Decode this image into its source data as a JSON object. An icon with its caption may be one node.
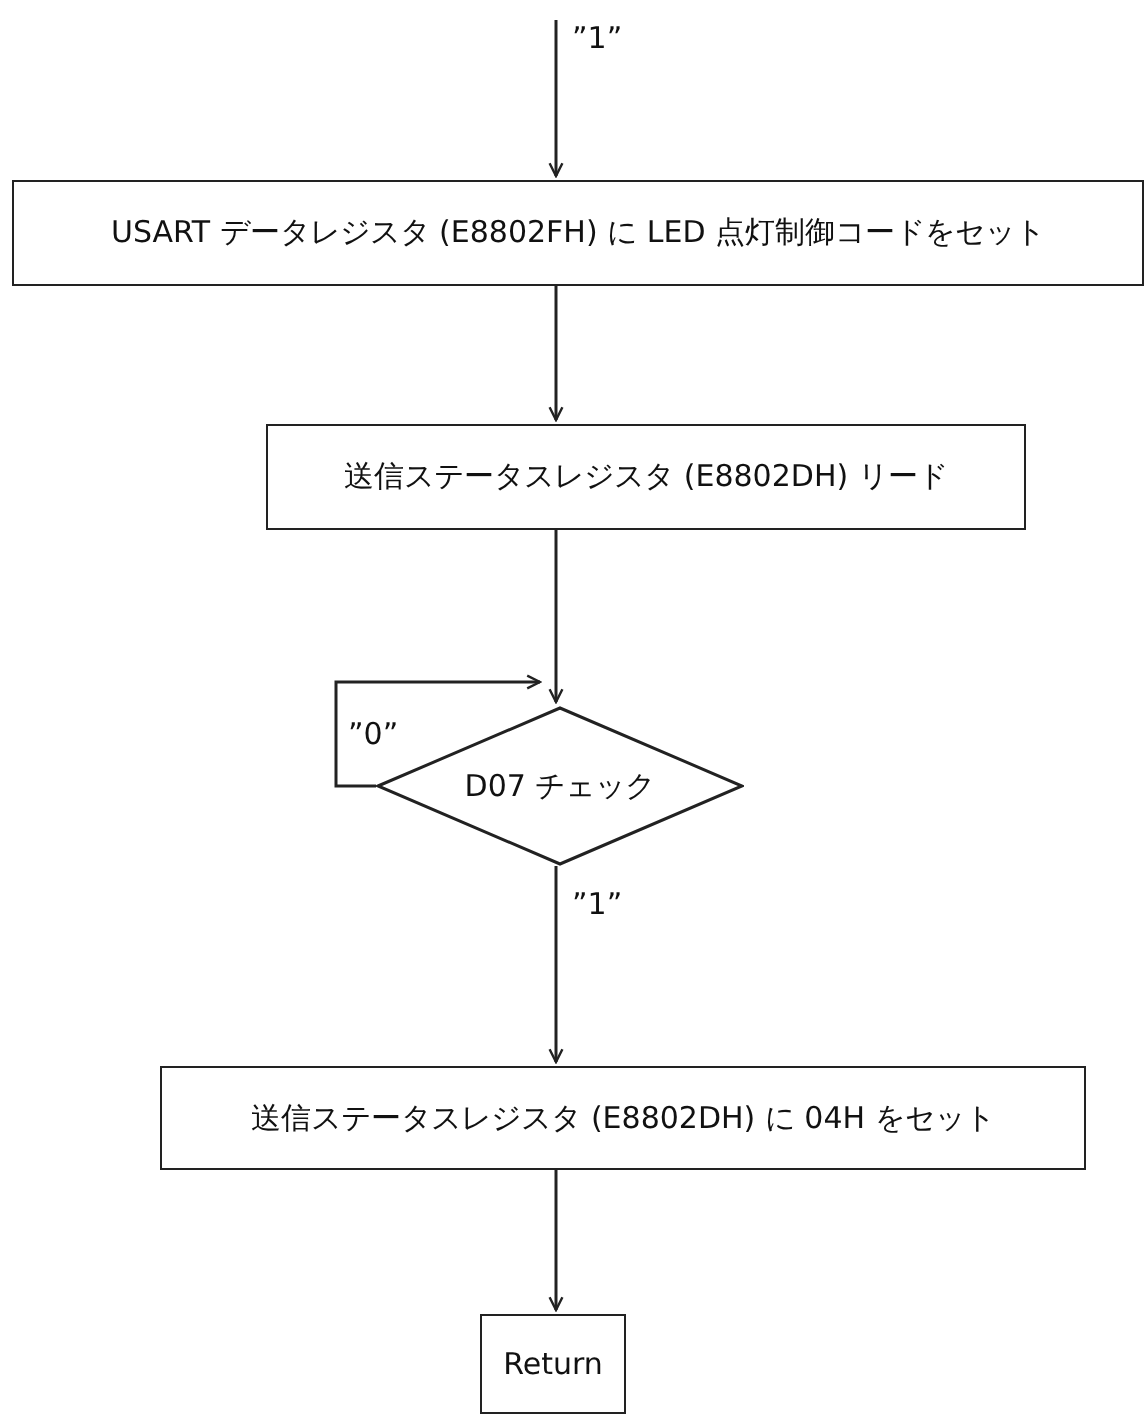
{
  "diagram": {
    "nodes": [
      {
        "text": [
          "USART データレジスタ (E8802FH) に LED 点灯制御コードをセット"
        ]
      },
      {
        "text": [
          "送信ステータスレジスタ (E8802DH) リード"
        ]
      },
      {
        "text": [
          "D07 チェック"
        ]
      },
      {
        "text": [
          "送信ステータスレジスタ (E8802DH) に 04H をセット"
        ]
      },
      {
        "text": [
          "Return"
        ]
      }
    ],
    "edges": [
      {
        "from": null,
        "to": 0,
        "arrow": "to",
        "label": "”1”"
      },
      {
        "from": 0,
        "to": 1,
        "arrow": "to"
      },
      {
        "from": 1,
        "to": 2,
        "arrow": "to"
      },
      {
        "from": 2,
        "to": 2,
        "arrow": "to",
        "label": "”0”"
      },
      {
        "from": 2,
        "to": 3,
        "arrow": "to",
        "label": "”1”"
      },
      {
        "from": 3,
        "to": 4,
        "arrow": "to"
      }
    ]
  }
}
